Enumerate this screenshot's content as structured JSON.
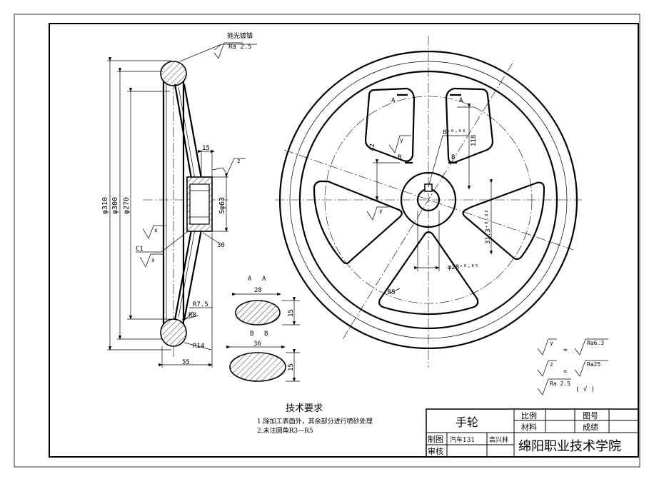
{
  "drawing": {
    "side_view": {
      "surface_note": "抛光镀铬",
      "surface_ra": "Ra 2.5",
      "dims": {
        "d310": "φ310",
        "d300": "φ300",
        "d270": "φ270",
        "hub_w": "15",
        "hub_d": "Sφ63",
        "chamfer": "C1",
        "angle": "30",
        "r75": "R7.5",
        "r8": "R8",
        "r14": "R14",
        "width": "55"
      },
      "rough_z": "z",
      "rough_x1": "x",
      "rough_x2": "x"
    },
    "section_a": {
      "label_left": "A",
      "label_right": "A",
      "width": "28",
      "height": "15"
    },
    "section_b": {
      "label_left": "B",
      "label_right": "B",
      "width": "36",
      "height": "15"
    },
    "front_view": {
      "cut_a_left": "A",
      "cut_a_right": "A",
      "cut_b_left": "B",
      "cut_b_right": "B",
      "keyway": "8⁺⁰·⁰⁶",
      "hole": "φ28⁺⁰·⁰⁵",
      "d118": "118",
      "d42": "42",
      "d313": "31.3⁺⁰·⁰²",
      "r5": "R5",
      "rough_y1": "y",
      "rough_y2": "y"
    },
    "roughness_legend": {
      "y_sym": "y",
      "y_val": "Ra6.3",
      "z_sym": "z",
      "z_val": "Ra25",
      "other_val": "Ra 2.5",
      "other_note": "( √ )",
      "eq1": "=",
      "eq2": "="
    },
    "tech_req": {
      "title": "技术要求",
      "line1": "1.除加工表面外，其余部分进行喷砂处理",
      "line2": "2.未注圆角R3—R5"
    },
    "title_block": {
      "part_name": "手轮",
      "scale_label": "比例",
      "drawing_no_label": "图号",
      "material_label": "材料",
      "grade_label": "成绩",
      "drawn_label": "制图",
      "drawn_class": "汽车131",
      "drawn_name": "高兴林",
      "checked_label": "审核",
      "school": "绵阳职业技术学院"
    }
  }
}
